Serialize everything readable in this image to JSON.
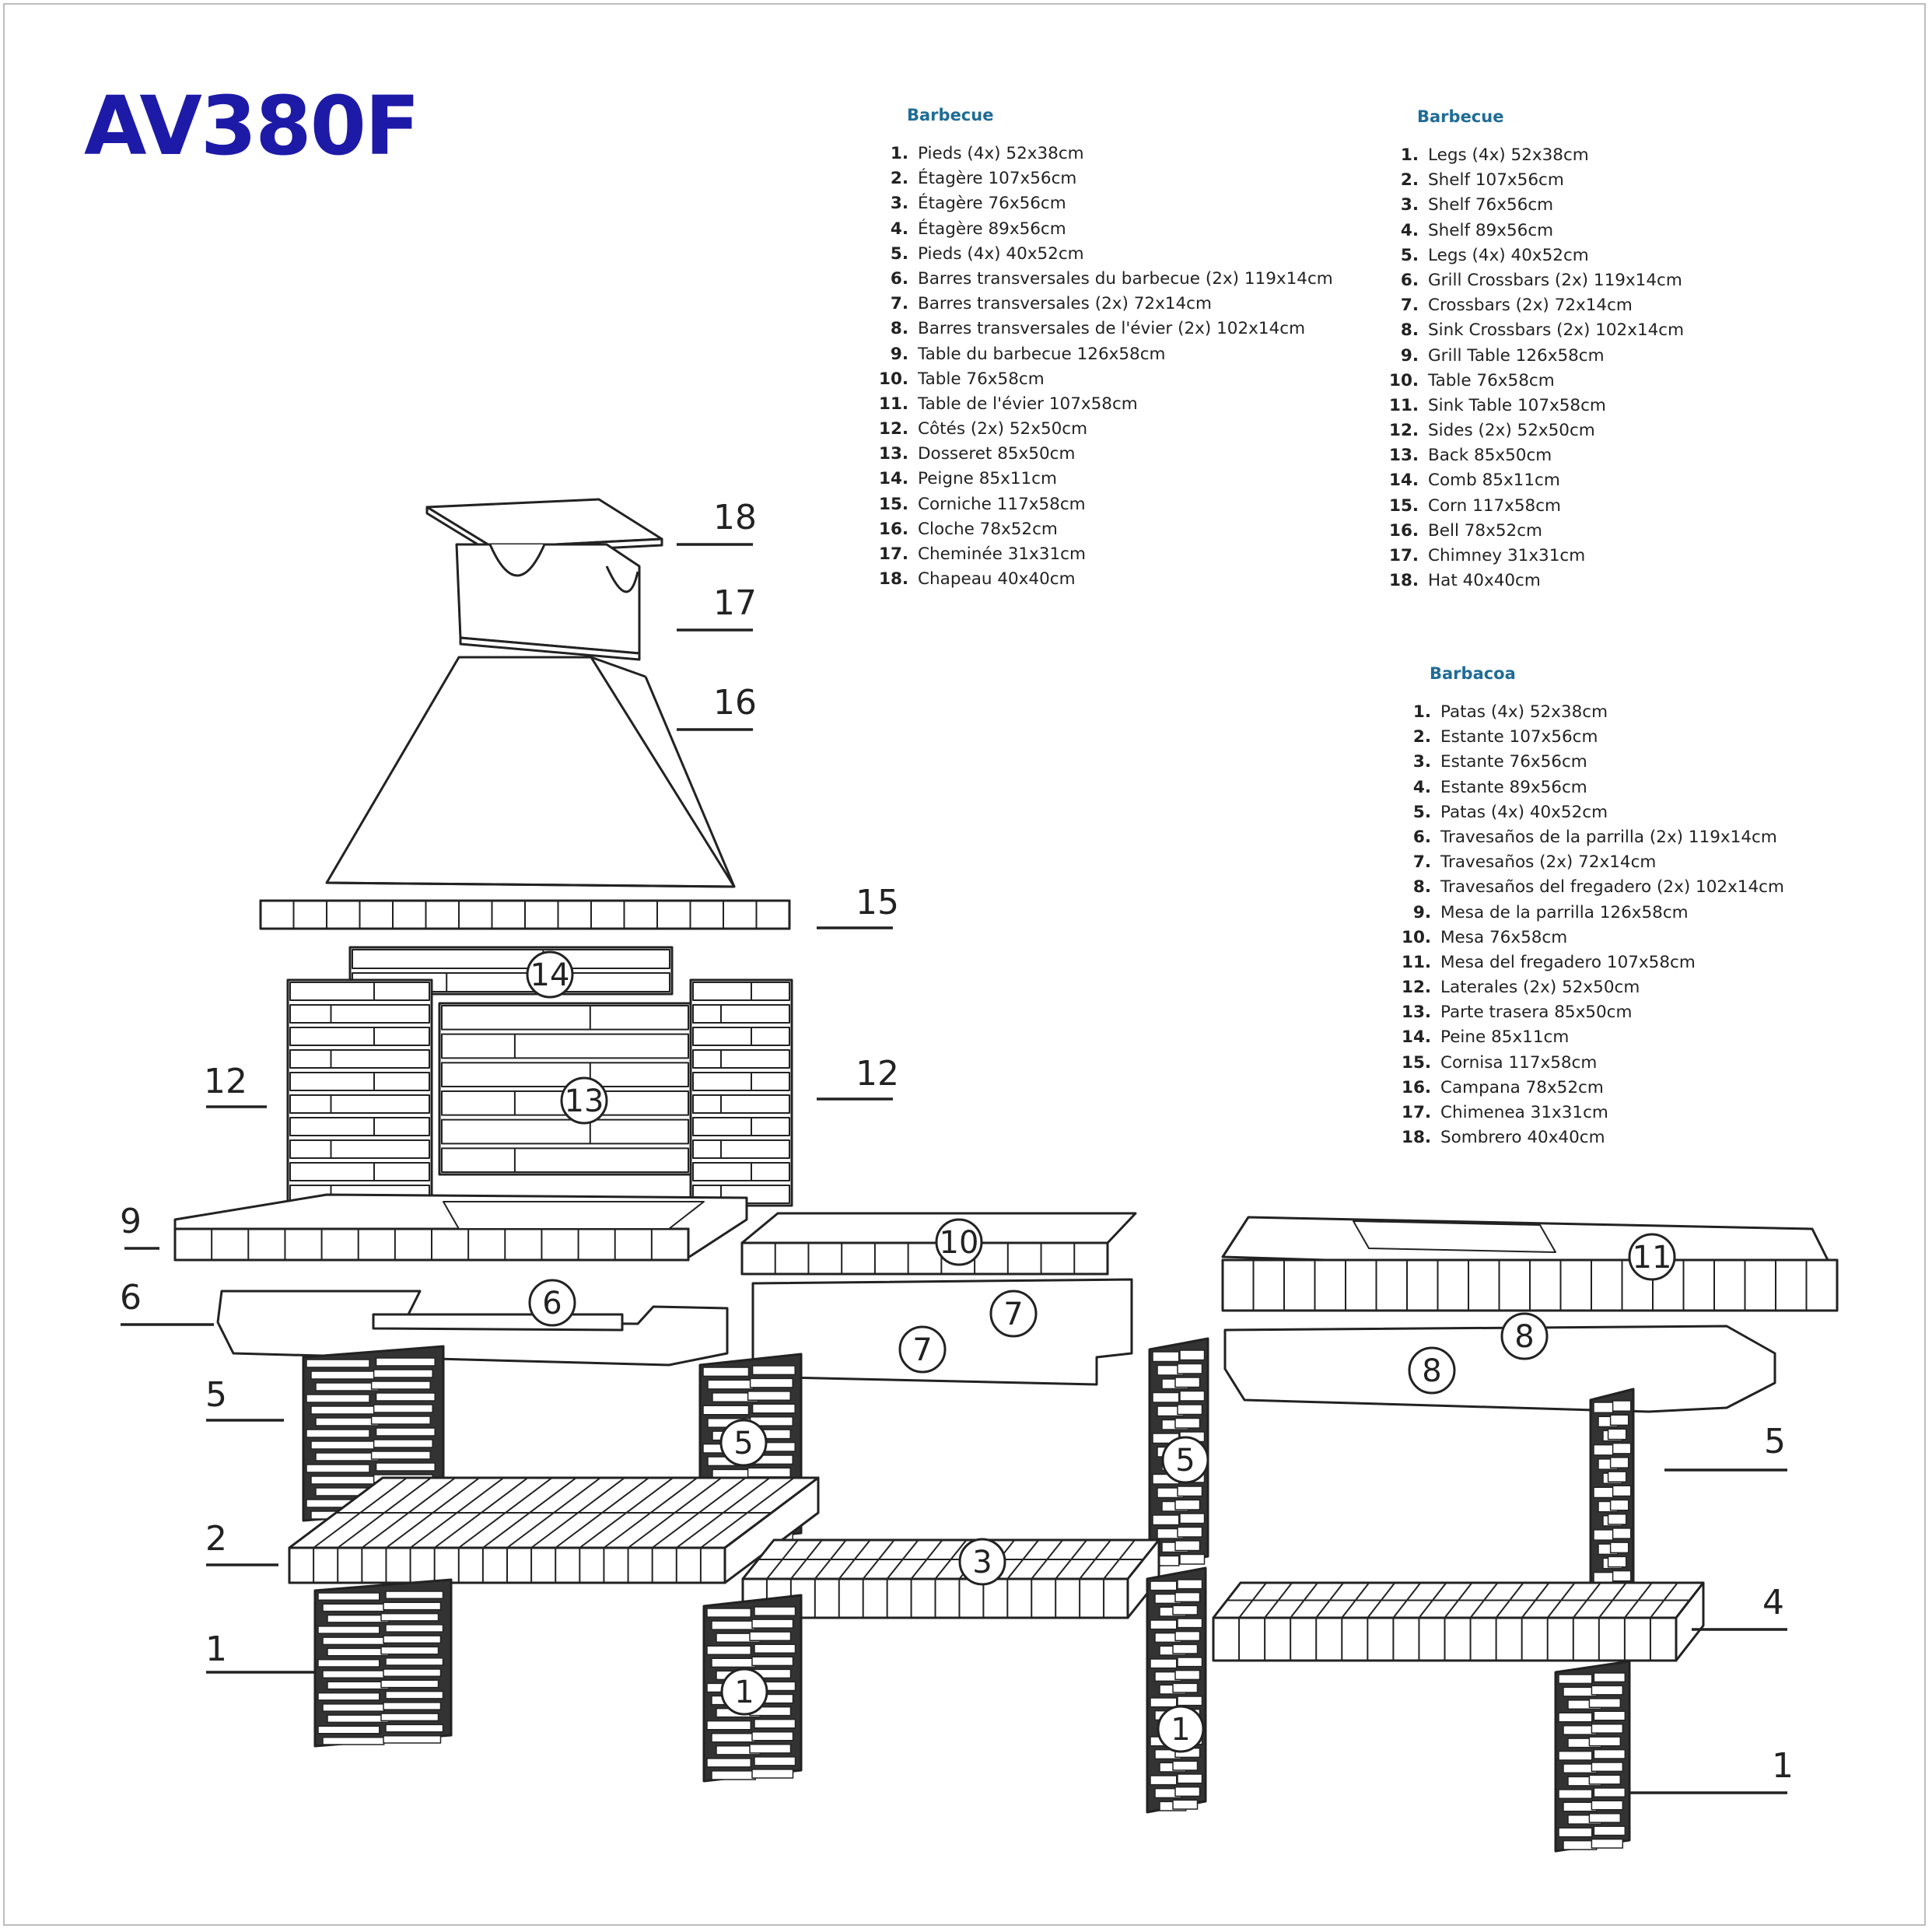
{
  "title": "AV380F",
  "lists": {
    "fr": {
      "heading": "Barbecue",
      "items": [
        {
          "num": "1.",
          "label": "Pieds (4x) 52x38cm"
        },
        {
          "num": "2.",
          "label": "Étagère 107x56cm"
        },
        {
          "num": "3.",
          "label": "Étagère 76x56cm"
        },
        {
          "num": "4.",
          "label": "Étagère 89x56cm"
        },
        {
          "num": "5.",
          "label": "Pieds (4x) 40x52cm"
        },
        {
          "num": "6.",
          "label": "Barres transversales du barbecue (2x) 119x14cm"
        },
        {
          "num": "7.",
          "label": "Barres transversales (2x) 72x14cm"
        },
        {
          "num": "8.",
          "label": "Barres transversales de l'évier (2x) 102x14cm"
        },
        {
          "num": "9.",
          "label": "Table du barbecue 126x58cm"
        },
        {
          "num": "10.",
          "label": "Table 76x58cm"
        },
        {
          "num": "11.",
          "label": "Table de l'évier 107x58cm"
        },
        {
          "num": "12.",
          "label": "Côtés (2x) 52x50cm"
        },
        {
          "num": "13.",
          "label": "Dosseret 85x50cm"
        },
        {
          "num": "14.",
          "label": "Peigne 85x11cm"
        },
        {
          "num": "15.",
          "label": "Corniche 117x58cm"
        },
        {
          "num": "16.",
          "label": "Cloche 78x52cm"
        },
        {
          "num": "17.",
          "label": "Cheminée 31x31cm"
        },
        {
          "num": "18.",
          "label": "Chapeau 40x40cm"
        }
      ]
    },
    "en": {
      "heading": "Barbecue",
      "items": [
        {
          "num": "1.",
          "label": "Legs (4x) 52x38cm"
        },
        {
          "num": "2.",
          "label": "Shelf 107x56cm"
        },
        {
          "num": "3.",
          "label": "Shelf 76x56cm"
        },
        {
          "num": "4.",
          "label": "Shelf 89x56cm"
        },
        {
          "num": "5.",
          "label": "Legs (4x) 40x52cm"
        },
        {
          "num": "6.",
          "label": "Grill Crossbars (2x) 119x14cm"
        },
        {
          "num": "7.",
          "label": "Crossbars (2x) 72x14cm"
        },
        {
          "num": "8.",
          "label": "Sink Crossbars (2x) 102x14cm"
        },
        {
          "num": "9.",
          "label": "Grill Table 126x58cm"
        },
        {
          "num": "10.",
          "label": "Table 76x58cm"
        },
        {
          "num": "11.",
          "label": "Sink Table 107x58cm"
        },
        {
          "num": "12.",
          "label": "Sides (2x) 52x50cm"
        },
        {
          "num": "13.",
          "label": "Back 85x50cm"
        },
        {
          "num": "14.",
          "label": "Comb 85x11cm"
        },
        {
          "num": "15.",
          "label": "Corn 117x58cm"
        },
        {
          "num": "16.",
          "label": "Bell 78x52cm"
        },
        {
          "num": "17.",
          "label": "Chimney 31x31cm"
        },
        {
          "num": "18.",
          "label": "Hat 40x40cm"
        }
      ]
    },
    "es": {
      "heading": "Barbacoa",
      "items": [
        {
          "num": "1.",
          "label": "Patas (4x) 52x38cm"
        },
        {
          "num": "2.",
          "label": "Estante 107x56cm"
        },
        {
          "num": "3.",
          "label": "Estante 76x56cm"
        },
        {
          "num": "4.",
          "label": "Estante 89x56cm"
        },
        {
          "num": "5.",
          "label": "Patas (4x) 40x52cm"
        },
        {
          "num": "6.",
          "label": "Travesaños de la parrilla (2x) 119x14cm"
        },
        {
          "num": "7.",
          "label": "Travesaños (2x) 72x14cm"
        },
        {
          "num": "8.",
          "label": "Travesaños del fregadero (2x) 102x14cm"
        },
        {
          "num": "9.",
          "label": "Mesa de la parrilla 126x58cm"
        },
        {
          "num": "10.",
          "label": "Mesa 76x58cm"
        },
        {
          "num": "11.",
          "label": "Mesa del fregadero 107x58cm"
        },
        {
          "num": "12.",
          "label": "Laterales (2x) 52x50cm"
        },
        {
          "num": "13.",
          "label": "Parte trasera 85x50cm"
        },
        {
          "num": "14.",
          "label": "Peine 85x11cm"
        },
        {
          "num": "15.",
          "label": "Cornisa 117x58cm"
        },
        {
          "num": "16.",
          "label": "Campana 78x52cm"
        },
        {
          "num": "17.",
          "label": "Chimenea 31x31cm"
        },
        {
          "num": "18.",
          "label": "Sombrero 40x40cm"
        }
      ]
    }
  },
  "diagram": {
    "callouts": [
      "18",
      "17",
      "16",
      "15",
      "12",
      "12",
      "9",
      "6",
      "5",
      "2",
      "1",
      "5",
      "4",
      "1"
    ],
    "circled": [
      "14",
      "13",
      "10",
      "11",
      "6",
      "7",
      "7",
      "8",
      "8",
      "5",
      "5",
      "3",
      "1",
      "1"
    ]
  }
}
